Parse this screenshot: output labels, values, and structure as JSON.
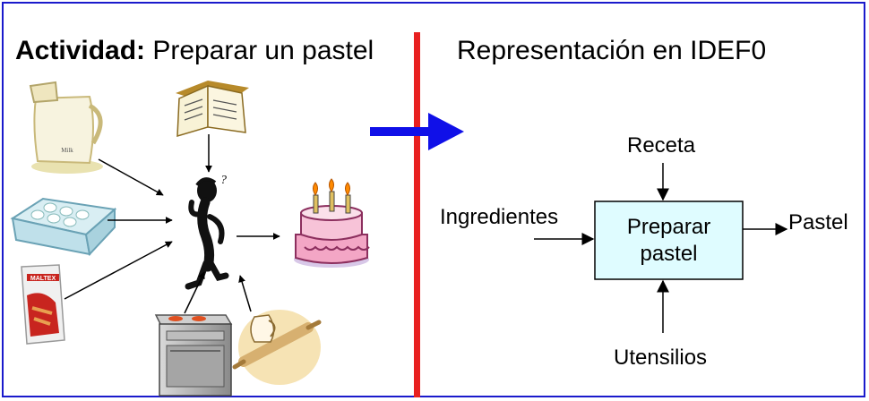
{
  "left_title": {
    "bold": "Actividad:",
    "rest": "Preparar un pastel"
  },
  "right_title": "Representación en IDEF0",
  "idef0": {
    "function_box": "Preparar\npastel",
    "control": "Receta",
    "input": "Ingredientes",
    "output": "Pastel",
    "mechanism": "Utensilios"
  },
  "colors": {
    "frame": "#1a1acc",
    "divider": "#e82020",
    "transition_arrow": "#1010e8",
    "function_box_fill": "#dffcff"
  },
  "clipart": {
    "recipe_book": "book-icon",
    "milk": "milk-jug-icon",
    "eggs": "egg-carton-icon",
    "flour": "flour-bag-icon",
    "cook": "thinking-person-icon",
    "cake": "birthday-cake-icon",
    "stove": "stove-icon",
    "rolling_pin": "rolling-pin-icon",
    "milk_brand": "Milk",
    "flour_brand": "MALTEX"
  }
}
